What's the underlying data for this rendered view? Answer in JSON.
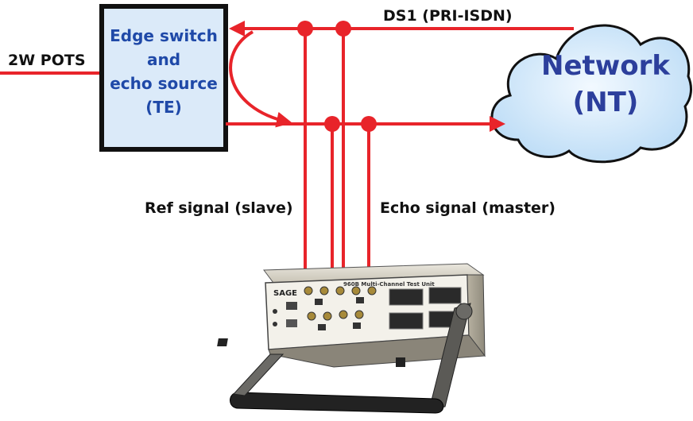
{
  "labels": {
    "pots": "2W POTS",
    "ds1": "DS1 (PRI-ISDN)",
    "ref_signal": "Ref signal (slave)",
    "echo_signal": "Echo signal (master)"
  },
  "edge_switch": {
    "lines": [
      "Edge switch",
      "and",
      "echo source",
      "(TE)"
    ]
  },
  "network": {
    "line1": "Network",
    "line2": "(NT)"
  },
  "device": {
    "brand": "SAGE",
    "model": "960B Multi-Channel Test Unit"
  },
  "colors": {
    "signal": "#e8242a",
    "box_fill": "#dbeaf9",
    "box_border": "#111111",
    "box_text": "#1f49a8",
    "cloud_fill": "#cfe6fa",
    "cloud_text": "#2c3f9c"
  }
}
